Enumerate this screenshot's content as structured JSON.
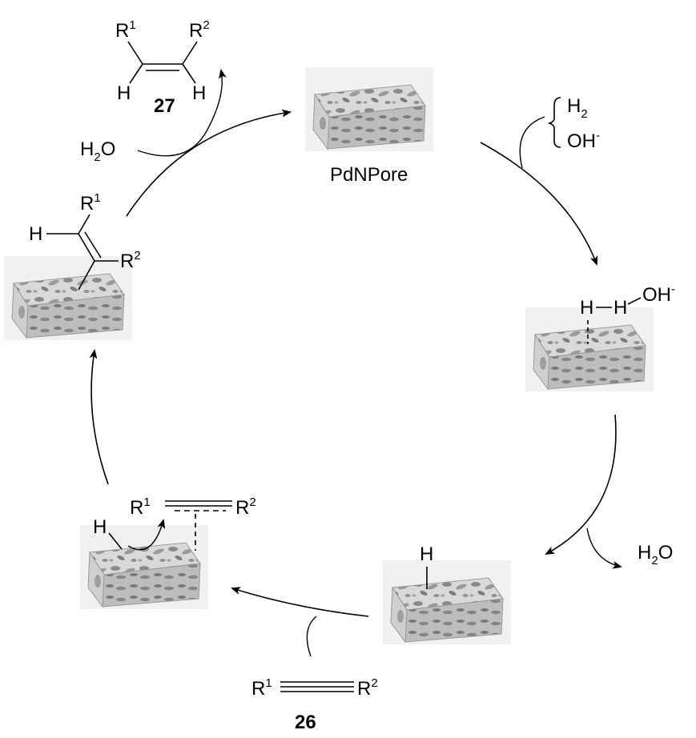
{
  "catalyst": {
    "name": "PdNPore"
  },
  "compounds": {
    "alkene_product": {
      "number": "27",
      "r1": "R",
      "r1_sup": "1",
      "r2": "R",
      "r2_sup": "2",
      "h_left": "H",
      "h_right": "H"
    },
    "alkyne_substrate": {
      "number": "26",
      "r1": "R",
      "r1_sup": "1",
      "r2": "R",
      "r2_sup": "2"
    }
  },
  "reagents": {
    "hydrogen": "H",
    "hydrogen_sub": "2",
    "hydroxide": "OH",
    "hydroxide_sup": "-"
  },
  "byproducts": {
    "water_top": {
      "prefix": "H",
      "sub": "2",
      "suffix": "O"
    },
    "water_right": {
      "prefix": "H",
      "sub": "2",
      "suffix": "O"
    }
  },
  "intermediates": {
    "h2_oh_complex": {
      "h1": "H",
      "h2": "H",
      "oh": "OH",
      "oh_sup": "-"
    },
    "pd_hydride": {
      "h": "H"
    },
    "alkyne_complex": {
      "h": "H",
      "r1": "R",
      "r1_sup": "1",
      "r2": "R",
      "r2_sup": "2"
    },
    "vinyl_pd": {
      "h": "H",
      "r1": "R",
      "r1_sup": "1",
      "r2": "R",
      "r2_sup": "2"
    }
  }
}
